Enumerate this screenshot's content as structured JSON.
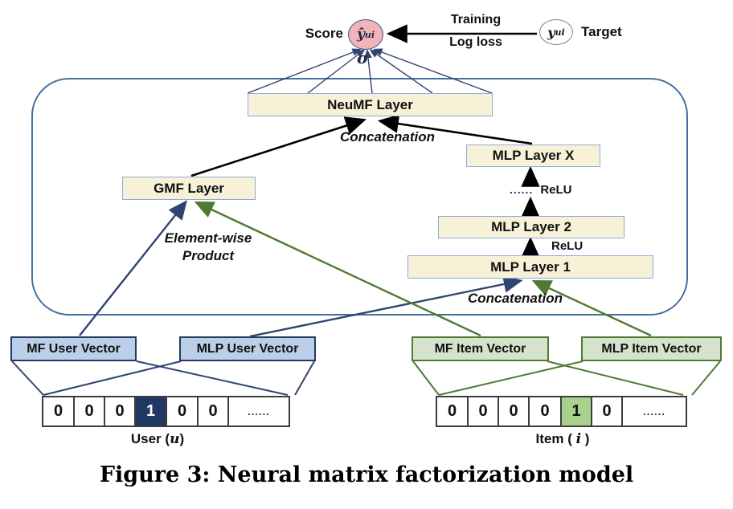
{
  "caption": "Figure 3: Neural matrix factorization model",
  "top": {
    "score_label": "Score",
    "score_symbol": "ŷ",
    "score_sub": "ui",
    "sigma": "σ",
    "training": "Training",
    "log_loss": "Log loss",
    "target_symbol": "y",
    "target_sub": "ui",
    "target_label": "Target"
  },
  "layers": {
    "neumf": "NeuMF Layer",
    "mlp_x": "MLP Layer X",
    "mlp_2": "MLP Layer 2",
    "mlp_1": "MLP Layer 1",
    "gmf": "GMF Layer"
  },
  "annotations": {
    "concat_top": "Concatenation",
    "concat_bottom": "Concatenation",
    "elementwise_line1": "Element-wise",
    "elementwise_line2": "Product",
    "relu_dots": "......",
    "relu_top": "ReLU",
    "relu_mid": "ReLU"
  },
  "vectors": {
    "mf_user": "MF User Vector",
    "mlp_user": "MLP User Vector",
    "mf_item": "MF Item Vector",
    "mlp_item": "MLP Item Vector"
  },
  "onehot": {
    "user": {
      "cells": [
        "0",
        "0",
        "0",
        "1",
        "0",
        "0",
        "......"
      ],
      "hot_index": 3,
      "label_pre": "User (",
      "label_var": "u",
      "label_post": ")"
    },
    "item": {
      "cells": [
        "0",
        "0",
        "0",
        "0",
        "1",
        "0",
        "......"
      ],
      "hot_index": 4,
      "label_pre": "Item ( ",
      "label_var": "i",
      "label_post": " )"
    }
  },
  "colors": {
    "layer_box_fill": "#F7F1D7",
    "layer_box_border": "#8FAADC",
    "score_circle_fill": "#F2B3BA",
    "user_vector_fill": "#BCCFE8",
    "user_vector_border": "#24395E",
    "item_vector_fill": "#D6E3CC",
    "item_vector_border": "#4F7A34",
    "user_hot_cell": "#1F3864",
    "item_hot_cell": "#A9D18E",
    "container_border": "#41719C",
    "navy_line": "#2F4472",
    "green_line": "#4F7A34",
    "black_line": "#000000"
  }
}
